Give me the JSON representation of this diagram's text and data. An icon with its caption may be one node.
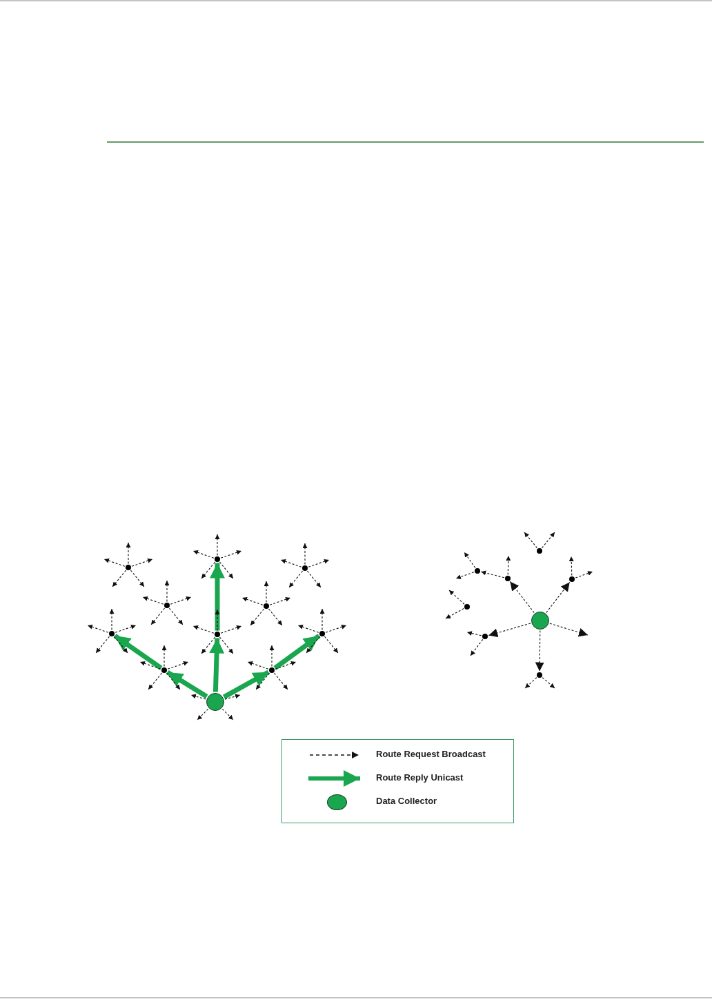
{
  "diagram": {
    "nodes": [
      {
        "text": [],
        "shape": "circle"
      },
      {
        "text": [],
        "shape": "circle"
      },
      {
        "text": [],
        "shape": "circle"
      },
      {
        "text": [],
        "shape": "circle"
      },
      {
        "text": [],
        "shape": "circle"
      },
      {
        "text": [],
        "shape": "circle"
      },
      {
        "text": [],
        "shape": "circle"
      },
      {
        "text": [],
        "shape": "circle"
      },
      {
        "text": [],
        "shape": "circle"
      },
      {
        "text": [],
        "shape": "circle"
      },
      {
        "text": [],
        "shape": "circle"
      },
      {
        "text": [],
        "shape": "circle"
      },
      {
        "text": [],
        "shape": "circle"
      },
      {
        "text": [],
        "shape": "circle"
      },
      {
        "text": [],
        "shape": "circle"
      },
      {
        "text": [],
        "shape": "circle"
      },
      {
        "text": [],
        "shape": "circle"
      },
      {
        "text": [],
        "shape": "circle"
      },
      {
        "text": [],
        "shape": "circle"
      }
    ],
    "edges": [
      {
        "from": 10,
        "to": 8,
        "arrow": "to",
        "style": "thick",
        "color": "#1aa64e"
      },
      {
        "from": 10,
        "to": 6,
        "arrow": "to",
        "style": "thick",
        "color": "#1aa64e"
      },
      {
        "from": 10,
        "to": 9,
        "arrow": "to",
        "style": "thick",
        "color": "#1aa64e"
      },
      {
        "from": 8,
        "to": 5,
        "arrow": "to",
        "style": "thick",
        "color": "#1aa64e"
      },
      {
        "from": 6,
        "to": 1,
        "arrow": "to",
        "style": "thick",
        "color": "#1aa64e"
      },
      {
        "from": 9,
        "to": 7,
        "arrow": "to",
        "style": "thick",
        "color": "#1aa64e"
      },
      {
        "from": 0,
        "to": null,
        "arrow": "to",
        "style": "dashed"
      },
      {
        "from": 0,
        "to": null,
        "arrow": "to",
        "style": "dashed"
      },
      {
        "from": 0,
        "to": null,
        "arrow": "to",
        "style": "dashed"
      },
      {
        "from": 0,
        "to": null,
        "arrow": "to",
        "style": "dashed"
      },
      {
        "from": 0,
        "to": null,
        "arrow": "to",
        "style": "dashed"
      },
      {
        "from": 1,
        "to": null,
        "arrow": "to",
        "style": "dashed"
      },
      {
        "from": 1,
        "to": null,
        "arrow": "to",
        "style": "dashed"
      },
      {
        "from": 1,
        "to": null,
        "arrow": "to",
        "style": "dashed"
      },
      {
        "from": 1,
        "to": null,
        "arrow": "to",
        "style": "dashed"
      },
      {
        "from": 1,
        "to": null,
        "arrow": "to",
        "style": "dashed"
      },
      {
        "from": 2,
        "to": null,
        "arrow": "to",
        "style": "dashed"
      },
      {
        "from": 2,
        "to": null,
        "arrow": "to",
        "style": "dashed"
      },
      {
        "from": 2,
        "to": null,
        "arrow": "to",
        "style": "dashed"
      },
      {
        "from": 2,
        "to": null,
        "arrow": "to",
        "style": "dashed"
      },
      {
        "from": 2,
        "to": null,
        "arrow": "to",
        "style": "dashed"
      },
      {
        "from": 3,
        "to": null,
        "arrow": "to",
        "style": "dashed"
      },
      {
        "from": 3,
        "to": null,
        "arrow": "to",
        "style": "dashed"
      },
      {
        "from": 3,
        "to": null,
        "arrow": "to",
        "style": "dashed"
      },
      {
        "from": 3,
        "to": null,
        "arrow": "to",
        "style": "dashed"
      },
      {
        "from": 3,
        "to": null,
        "arrow": "to",
        "style": "dashed"
      },
      {
        "from": 4,
        "to": null,
        "arrow": "to",
        "style": "dashed"
      },
      {
        "from": 4,
        "to": null,
        "arrow": "to",
        "style": "dashed"
      },
      {
        "from": 4,
        "to": null,
        "arrow": "to",
        "style": "dashed"
      },
      {
        "from": 4,
        "to": null,
        "arrow": "to",
        "style": "dashed"
      },
      {
        "from": 4,
        "to": null,
        "arrow": "to",
        "style": "dashed"
      },
      {
        "from": 5,
        "to": null,
        "arrow": "to",
        "style": "dashed"
      },
      {
        "from": 5,
        "to": null,
        "arrow": "to",
        "style": "dashed"
      },
      {
        "from": 5,
        "to": null,
        "arrow": "to",
        "style": "dashed"
      },
      {
        "from": 5,
        "to": null,
        "arrow": "to",
        "style": "dashed"
      },
      {
        "from": 5,
        "to": null,
        "arrow": "to",
        "style": "dashed"
      },
      {
        "from": 6,
        "to": null,
        "arrow": "to",
        "style": "dashed"
      },
      {
        "from": 6,
        "to": null,
        "arrow": "to",
        "style": "dashed"
      },
      {
        "from": 6,
        "to": null,
        "arrow": "to",
        "style": "dashed"
      },
      {
        "from": 6,
        "to": null,
        "arrow": "to",
        "style": "dashed"
      },
      {
        "from": 6,
        "to": null,
        "arrow": "to",
        "style": "dashed"
      },
      {
        "from": 7,
        "to": null,
        "arrow": "to",
        "style": "dashed"
      },
      {
        "from": 7,
        "to": null,
        "arrow": "to",
        "style": "dashed"
      },
      {
        "from": 7,
        "to": null,
        "arrow": "to",
        "style": "dashed"
      },
      {
        "from": 7,
        "to": null,
        "arrow": "to",
        "style": "dashed"
      },
      {
        "from": 7,
        "to": null,
        "arrow": "to",
        "style": "dashed"
      },
      {
        "from": 8,
        "to": null,
        "arrow": "to",
        "style": "dashed"
      },
      {
        "from": 8,
        "to": null,
        "arrow": "to",
        "style": "dashed"
      },
      {
        "from": 8,
        "to": null,
        "arrow": "to",
        "style": "dashed"
      },
      {
        "from": 8,
        "to": null,
        "arrow": "to",
        "style": "dashed"
      },
      {
        "from": 8,
        "to": null,
        "arrow": "to",
        "style": "dashed"
      },
      {
        "from": 9,
        "to": null,
        "arrow": "to",
        "style": "dashed"
      },
      {
        "from": 9,
        "to": null,
        "arrow": "to",
        "style": "dashed"
      },
      {
        "from": 9,
        "to": null,
        "arrow": "to",
        "style": "dashed"
      },
      {
        "from": 9,
        "to": null,
        "arrow": "to",
        "style": "dashed"
      },
      {
        "from": 9,
        "to": null,
        "arrow": "to",
        "style": "dashed"
      },
      {
        "from": 10,
        "to": null,
        "arrow": "to",
        "style": "dashed"
      },
      {
        "from": 10,
        "to": null,
        "arrow": "to",
        "style": "dashed"
      },
      {
        "from": 10,
        "to": null,
        "arrow": "to",
        "style": "dashed"
      },
      {
        "from": 10,
        "to": null,
        "arrow": "to",
        "style": "dashed"
      },
      {
        "from": 16,
        "to": 13,
        "arrow": "to",
        "style": "dashed"
      },
      {
        "from": 16,
        "to": 14,
        "arrow": "to",
        "style": "dashed"
      },
      {
        "from": 16,
        "to": 17,
        "arrow": "to",
        "style": "dashed"
      },
      {
        "from": 16,
        "to": 18,
        "arrow": "to",
        "style": "dashed"
      },
      {
        "from": 16,
        "to": null,
        "arrow": "to",
        "style": "dashed"
      },
      {
        "from": 13,
        "to": 12,
        "arrow": "to",
        "style": "dashed"
      },
      {
        "from": 13,
        "to": null,
        "arrow": "to",
        "style": "dashed"
      },
      {
        "from": 12,
        "to": null,
        "arrow": "to",
        "style": "dashed"
      },
      {
        "from": 12,
        "to": null,
        "arrow": "to",
        "style": "dashed"
      },
      {
        "from": 14,
        "to": null,
        "arrow": "to",
        "style": "dashed"
      },
      {
        "from": 14,
        "to": null,
        "arrow": "to",
        "style": "dashed"
      },
      {
        "from": 15,
        "to": null,
        "arrow": "to",
        "style": "dashed"
      },
      {
        "from": 15,
        "to": null,
        "arrow": "to",
        "style": "dashed"
      },
      {
        "from": 17,
        "to": null,
        "arrow": "to",
        "style": "dashed"
      },
      {
        "from": 17,
        "to": null,
        "arrow": "to",
        "style": "dashed"
      },
      {
        "from": 18,
        "to": null,
        "arrow": "to",
        "style": "dashed"
      },
      {
        "from": 18,
        "to": null,
        "arrow": "to",
        "style": "dashed"
      },
      {
        "from": 11,
        "to": null,
        "arrow": "to",
        "style": "dashed"
      },
      {
        "from": 11,
        "to": null,
        "arrow": "to",
        "style": "dashed"
      }
    ],
    "legend": [
      {
        "text": "Route Request Broadcast"
      },
      {
        "text": "Route Reply Unicast"
      },
      {
        "text": "Data Collector",
        "color": "#1aa64e"
      }
    ]
  }
}
